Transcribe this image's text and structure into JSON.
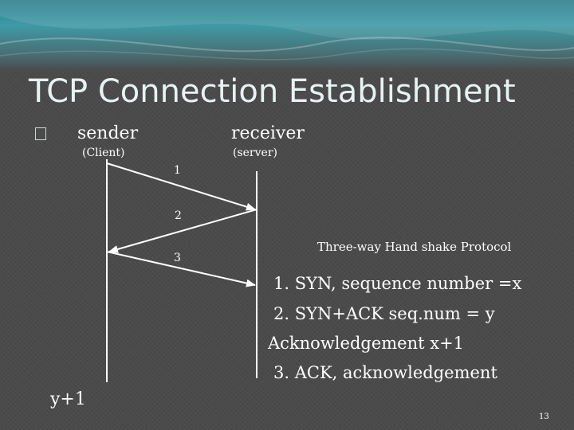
{
  "slide": {
    "title": "TCP Connection Establishment",
    "number": "13"
  },
  "diagram": {
    "sender_label": "sender",
    "sender_sub": "(Client)",
    "receiver_label": "receiver",
    "receiver_sub": "(server)",
    "steps": [
      "1",
      "2",
      "3"
    ],
    "y_label": "y+1"
  },
  "protocol": {
    "heading": "Three-way Hand shake Protocol",
    "lines": [
      "1. SYN, sequence number =x",
      "2. SYN+ACK   seq.num = y",
      "Acknowledgement x+1",
      "3. ACK, acknowledgement"
    ]
  }
}
